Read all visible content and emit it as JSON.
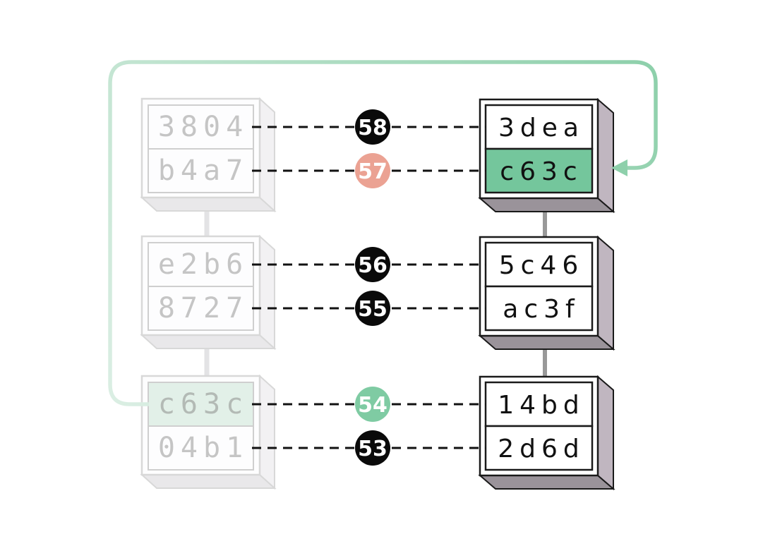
{
  "colors": {
    "accent_green": "#74c69c",
    "accent_green_pale": "#e2f0e8",
    "arrow_green": "#8ed0ab",
    "arrow_green_pale": "#ddefe5",
    "badge_black": "#0a0a0a",
    "badge_salmon": "#eba293",
    "badge_green": "#7fcba3",
    "faded_text_gray": "#c5c5c5",
    "block_side_mauve": "#c0b6c0",
    "block_bottom_gray": "#9a939a"
  },
  "left_chain": {
    "blocks": [
      {
        "top_hash": "3804",
        "bottom_hash": "b4a7"
      },
      {
        "top_hash": "e2b6",
        "bottom_hash": "8727"
      },
      {
        "top_hash": "c63c",
        "bottom_hash": "04b1"
      }
    ]
  },
  "right_chain": {
    "blocks": [
      {
        "top_hash": "3dea",
        "bottom_hash": "c63c"
      },
      {
        "top_hash": "5c46",
        "bottom_hash": "ac3f"
      },
      {
        "top_hash": "14bd",
        "bottom_hash": "2d6d"
      }
    ]
  },
  "badges": [
    {
      "label": "58",
      "color": "#0a0a0a"
    },
    {
      "label": "57",
      "color": "#eba293"
    },
    {
      "label": "56",
      "color": "#0a0a0a"
    },
    {
      "label": "55",
      "color": "#0a0a0a"
    },
    {
      "label": "54",
      "color": "#7fcba3"
    },
    {
      "label": "53",
      "color": "#0a0a0a"
    }
  ]
}
